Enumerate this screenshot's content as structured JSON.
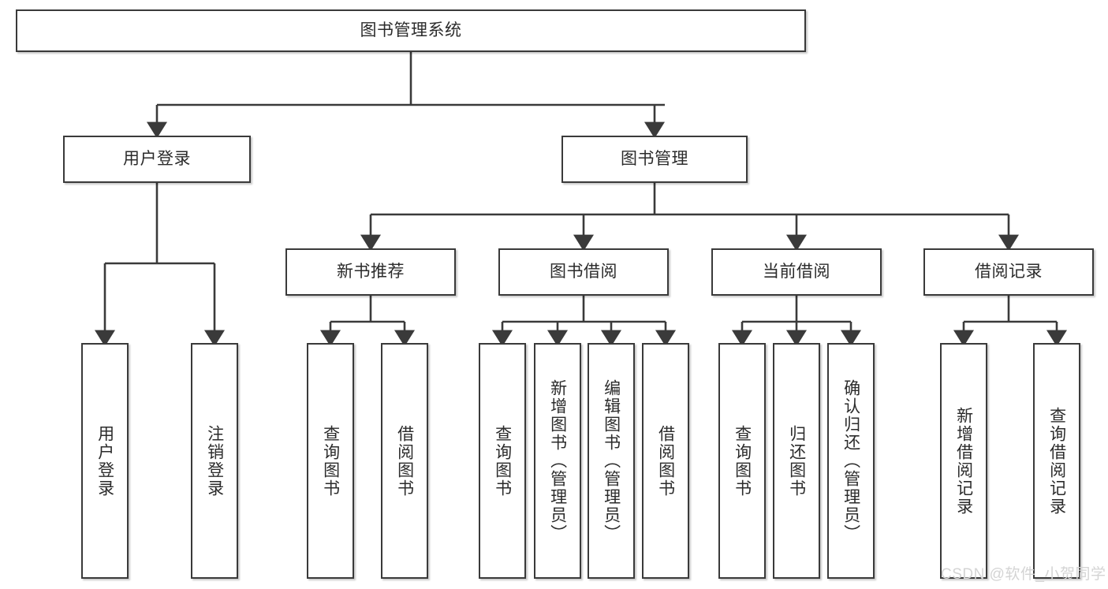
{
  "diagram": {
    "title": "图书管理系统",
    "levels": {
      "root": {
        "label": "图书管理系统"
      },
      "level2": [
        {
          "id": "user-login",
          "label": "用户登录"
        },
        {
          "id": "book-management",
          "label": "图书管理"
        }
      ],
      "level3": [
        {
          "id": "new-book-recommend",
          "label": "新书推荐"
        },
        {
          "id": "book-borrow",
          "label": "图书借阅"
        },
        {
          "id": "current-borrow",
          "label": "当前借阅"
        },
        {
          "id": "borrow-record",
          "label": "借阅记录"
        }
      ],
      "leaves": {
        "user-login": [
          {
            "id": "leaf-user-login",
            "label": "用户登录"
          },
          {
            "id": "leaf-logout-login",
            "label": "注销登录"
          }
        ],
        "new-book-recommend": [
          {
            "id": "leaf-query-book-1",
            "label": "查询图书"
          },
          {
            "id": "leaf-borrow-book-1",
            "label": "借阅图书"
          }
        ],
        "book-borrow": [
          {
            "id": "leaf-query-book-2",
            "label": "查询图书"
          },
          {
            "id": "leaf-add-book",
            "label": "新增图书（管理员）"
          },
          {
            "id": "leaf-edit-book",
            "label": "编辑图书（管理员）"
          },
          {
            "id": "leaf-borrow-book-2",
            "label": "借阅图书"
          }
        ],
        "current-borrow": [
          {
            "id": "leaf-query-book-3",
            "label": "查询图书"
          },
          {
            "id": "leaf-return-book",
            "label": "归还图书"
          },
          {
            "id": "leaf-confirm-return",
            "label": "确认归还（管理员）"
          }
        ],
        "borrow-record": [
          {
            "id": "leaf-add-record",
            "label": "新增借阅记录"
          },
          {
            "id": "leaf-query-record",
            "label": "查询借阅记录"
          }
        ]
      }
    },
    "watermark": "CSDN @软件_小贺同学",
    "colors": {
      "stroke": "#3a3a3a",
      "text": "#2b2b2b",
      "background": "#ffffff",
      "watermark": "#d4d4d4"
    }
  }
}
